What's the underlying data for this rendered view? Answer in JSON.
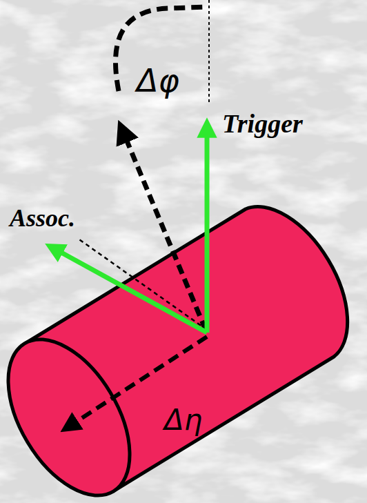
{
  "diagram": {
    "nodes": [
      {
        "text": [
          "Δη"
        ]
      }
    ],
    "labels": [
      "Δφ",
      "Trigger",
      "Assoc."
    ]
  }
}
